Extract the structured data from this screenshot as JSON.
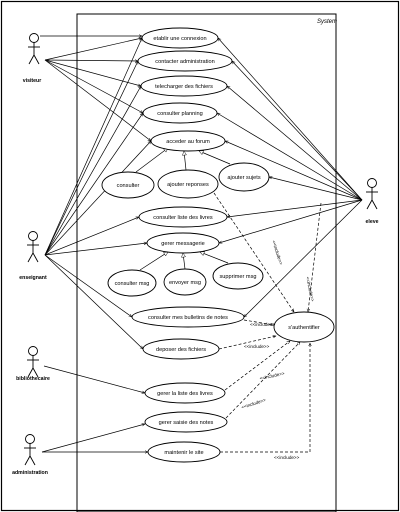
{
  "system": {
    "label": "System"
  },
  "actors": [
    {
      "id": "visiteur",
      "label": "visiteur"
    },
    {
      "id": "enseignant",
      "label": "enseignant"
    },
    {
      "id": "bibliothecaire",
      "label": "bibliothecaire"
    },
    {
      "id": "administration",
      "label": "administration"
    },
    {
      "id": "eleve",
      "label": "eleve"
    }
  ],
  "use_cases": [
    {
      "id": "etablir",
      "label": "etablir une connexion"
    },
    {
      "id": "contacter",
      "label": "contacter administration"
    },
    {
      "id": "telecharger",
      "label": "telecharger des fichiers"
    },
    {
      "id": "consulter_planning",
      "label": "consulter planning"
    },
    {
      "id": "acceder_forum",
      "label": "acceder au forum"
    },
    {
      "id": "consulter",
      "label": "consulter"
    },
    {
      "id": "ajouter_reponses",
      "label": "ajouter reponses"
    },
    {
      "id": "ajouter_sujets",
      "label": "ajouter sujets"
    },
    {
      "id": "consulter_livres",
      "label": "consulter liste des livres"
    },
    {
      "id": "gerer_messagerie",
      "label": "gerer messagerie"
    },
    {
      "id": "consulter_msg",
      "label": "consulter msg"
    },
    {
      "id": "envoyer_msg",
      "label": "envoyer msg"
    },
    {
      "id": "supprimer_msg",
      "label": "supprimer msg"
    },
    {
      "id": "consulter_bulletins",
      "label": "consulter mes bulletins de notes"
    },
    {
      "id": "authentifier",
      "label": "s'authentifier"
    },
    {
      "id": "deposer",
      "label": "deposer des fichiers"
    },
    {
      "id": "gerer_livres",
      "label": "gerer la liste des livres"
    },
    {
      "id": "gerer_notes",
      "label": "gerer saisie des notes"
    },
    {
      "id": "maintenir",
      "label": "maintenir le site"
    }
  ],
  "relations": {
    "include_label": "<<include>>"
  }
}
